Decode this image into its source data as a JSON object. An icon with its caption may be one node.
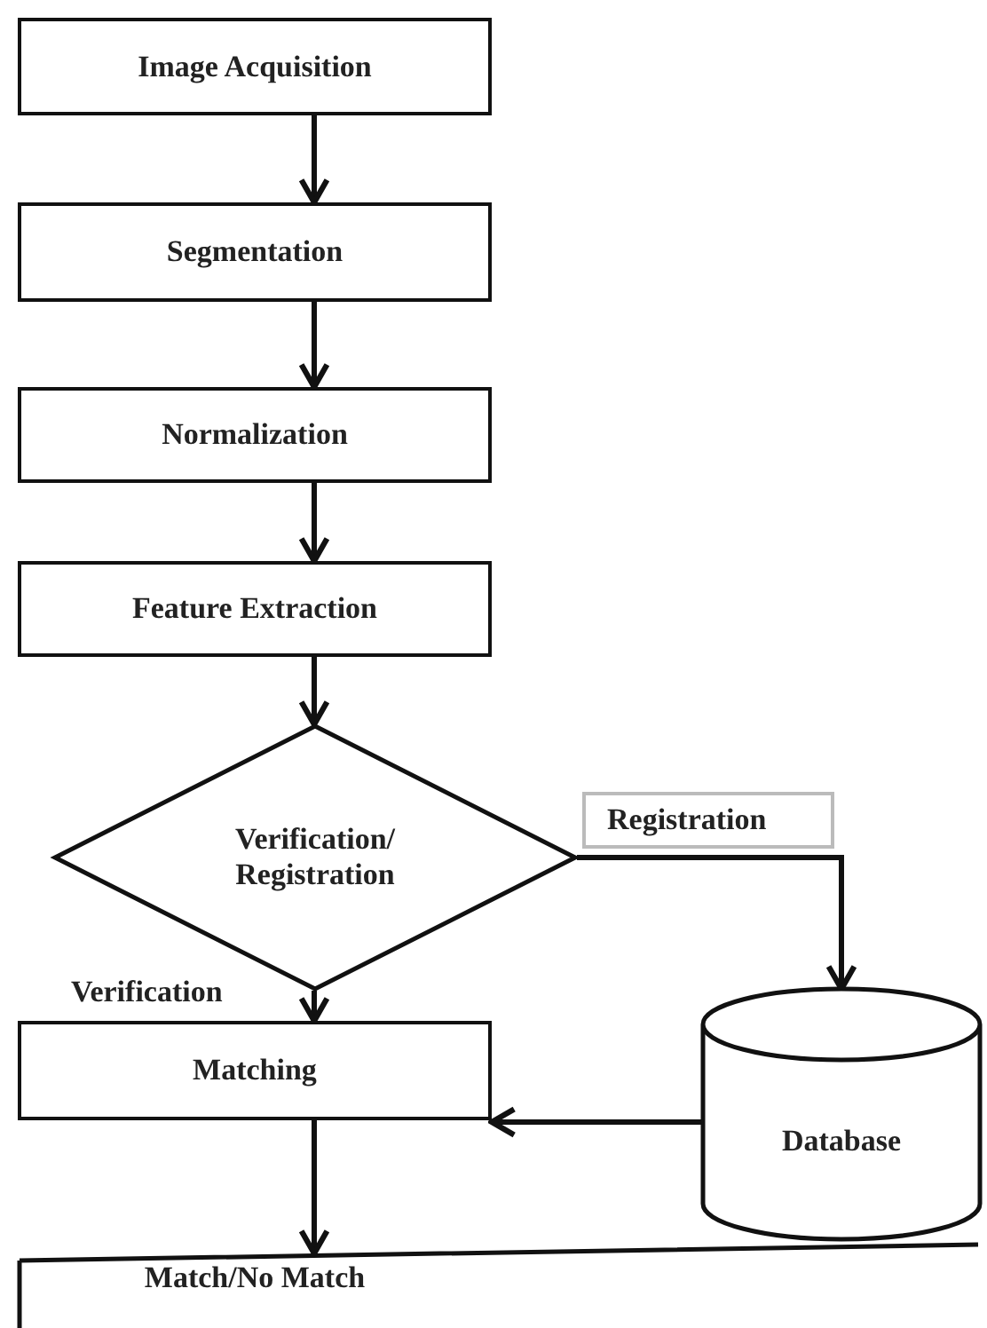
{
  "diagram": {
    "nodes": [
      {
        "text": [
          "Image Acquisition"
        ]
      },
      {
        "text": [
          "Segmentation"
        ]
      },
      {
        "text": [
          "Normalization"
        ]
      },
      {
        "text": [
          "Feature Extraction"
        ]
      },
      {
        "text": [
          "Verification/ Registration"
        ]
      },
      {
        "text": [
          "Matching"
        ]
      },
      {
        "text": [
          "Database"
        ]
      },
      {
        "text": [
          "Match/No Match"
        ]
      }
    ],
    "edges": [
      {
        "from": 0,
        "to": 1,
        "arrow": "to"
      },
      {
        "from": 1,
        "to": 2,
        "arrow": "to"
      },
      {
        "from": 2,
        "to": 3,
        "arrow": "to"
      },
      {
        "from": 3,
        "to": 4,
        "arrow": "to"
      },
      {
        "from": 4,
        "to": 6,
        "arrow": "to",
        "label": "Registration"
      },
      {
        "from": 4,
        "to": 5,
        "arrow": "to",
        "label": "Verification"
      },
      {
        "from": 6,
        "to": 5,
        "arrow": "to"
      },
      {
        "from": 5,
        "to": 7,
        "arrow": "to"
      }
    ]
  }
}
